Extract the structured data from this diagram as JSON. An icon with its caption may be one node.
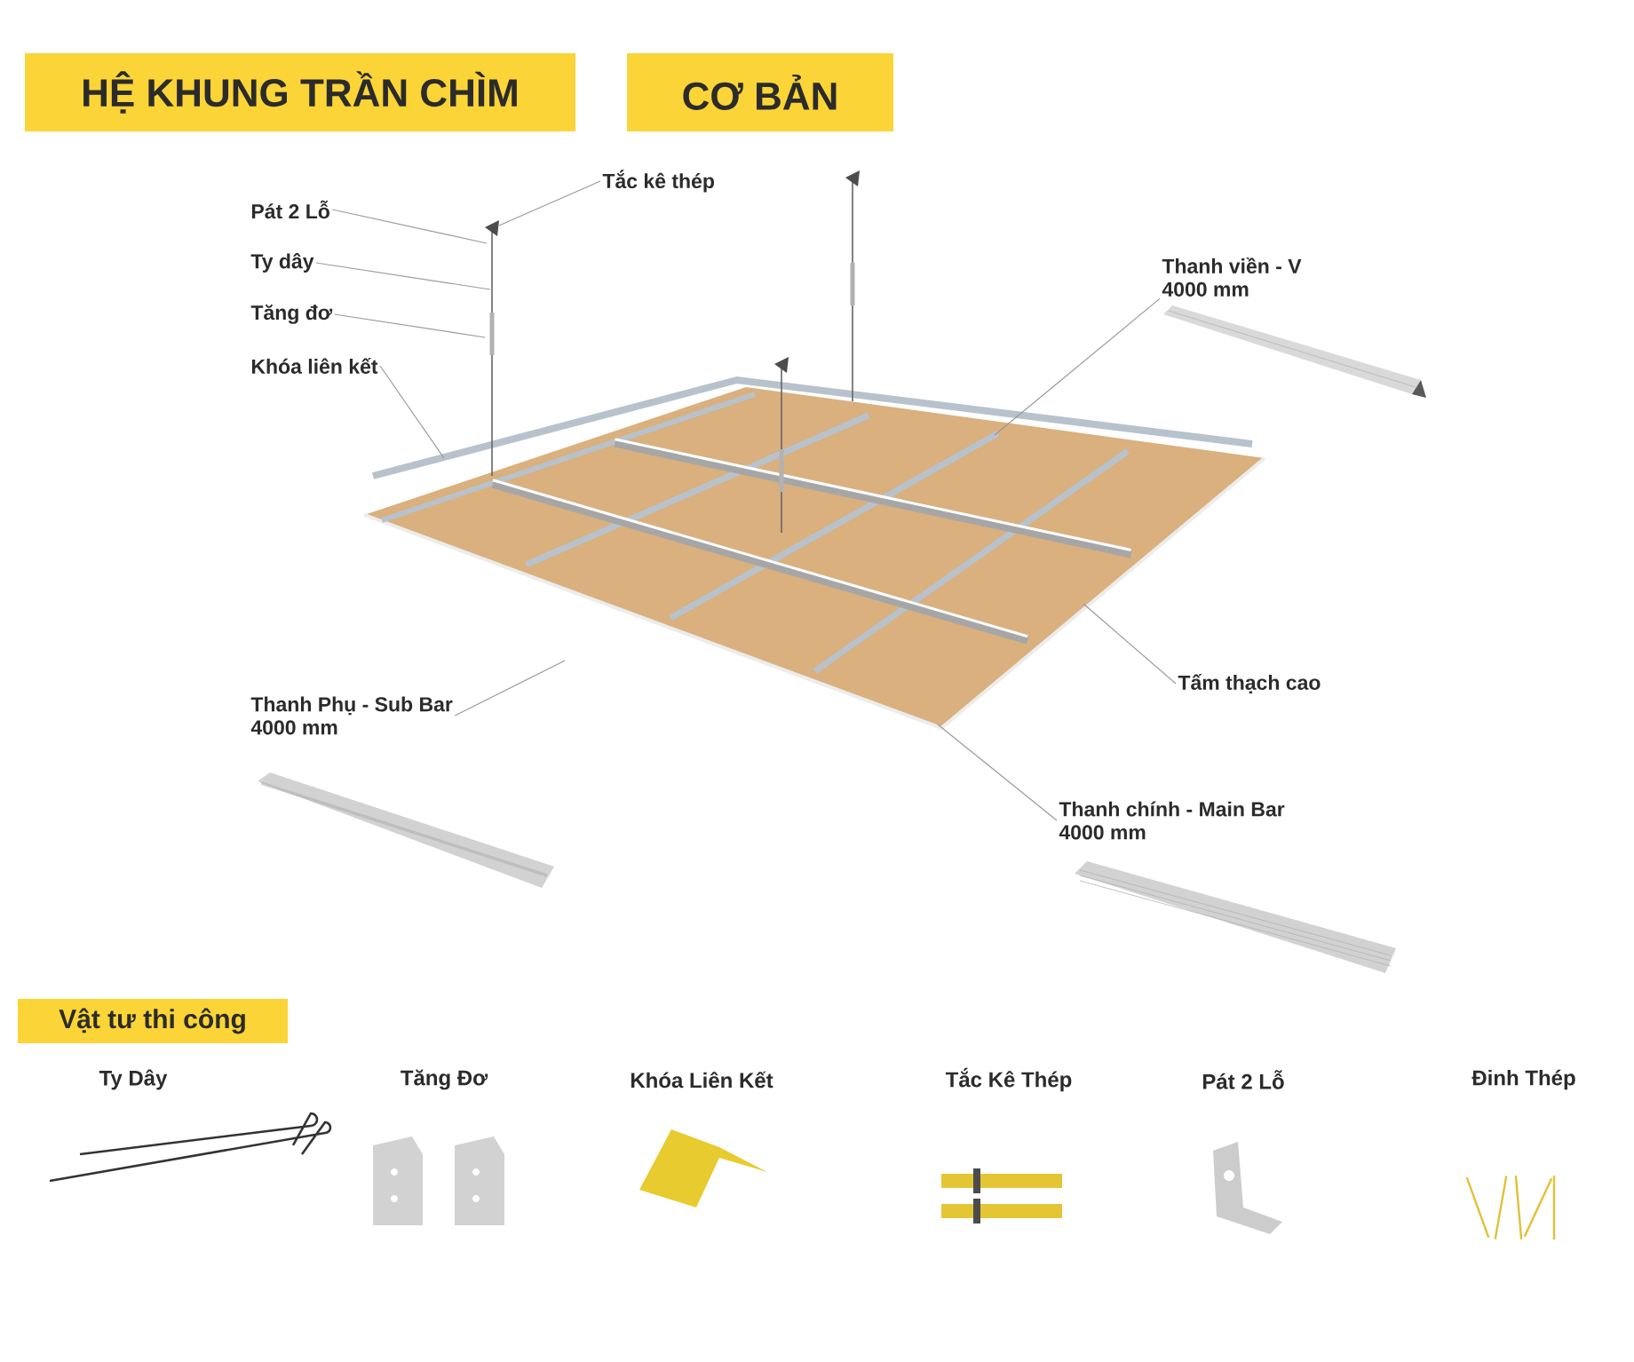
{
  "diagram": {
    "nodes": [
      {
        "text": [
          "HỆ KHUNG TRẦN CHÌM"
        ]
      },
      {
        "text": [
          "CƠ BẢN"
        ]
      },
      {
        "text": [
          "Tắc kê thép"
        ]
      },
      {
        "text": [
          "Pát 2 Lỗ"
        ]
      },
      {
        "text": [
          "Ty dây"
        ]
      },
      {
        "text": [
          "Tăng đơ"
        ]
      },
      {
        "text": [
          "Khóa liên kết"
        ]
      },
      {
        "text": [
          "Thanh viền - V",
          "4000 mm"
        ]
      },
      {
        "text": [
          "Thanh Phụ - Sub Bar",
          "4000 mm"
        ]
      },
      {
        "text": [
          "Tấm thạch cao"
        ]
      },
      {
        "text": [
          "Thanh chính - Main Bar",
          "4000 mm"
        ]
      },
      {
        "text": [
          "Vật tư thi công"
        ]
      }
    ],
    "edges": [
      {
        "from": 2,
        "to": null,
        "arrow": "none"
      },
      {
        "from": 3,
        "to": null,
        "arrow": "none"
      },
      {
        "from": 4,
        "to": null,
        "arrow": "none"
      },
      {
        "from": 5,
        "to": null,
        "arrow": "none"
      },
      {
        "from": 6,
        "to": null,
        "arrow": "none"
      },
      {
        "from": 7,
        "to": null,
        "arrow": "none"
      },
      {
        "from": 8,
        "to": null,
        "arrow": "none"
      },
      {
        "from": 9,
        "to": null,
        "arrow": "none"
      },
      {
        "from": 10,
        "to": null,
        "arrow": "none"
      }
    ],
    "labels": [
      "Ty Dây",
      "Tăng Đơ",
      "Khóa Liên Kết",
      "Tắc Kê Thép",
      "Pát 2 Lỗ",
      "Đinh Thép"
    ]
  }
}
